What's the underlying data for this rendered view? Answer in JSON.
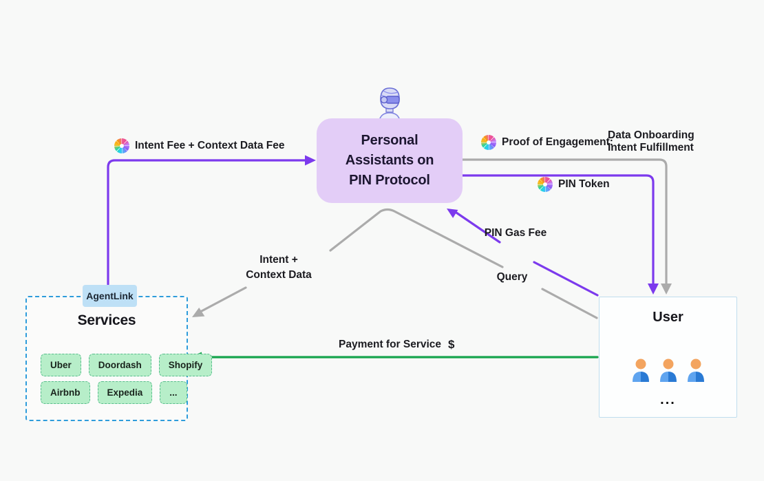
{
  "assistant": {
    "title_line1": "Personal",
    "title_line2": "Assistants on",
    "title_line3": "PIN Protocol"
  },
  "services": {
    "tab": "AgentLink",
    "title": "Services",
    "chips": [
      "Uber",
      "Doordash",
      "Shopify",
      "Airbnb",
      "Expedia",
      "..."
    ]
  },
  "user": {
    "title": "User",
    "ellipsis": "..."
  },
  "edges": {
    "intent_fee": "Intent Fee + Context Data Fee",
    "proof": "Proof of Engagement:",
    "proof_detail_1": "Data Onboarding",
    "proof_detail_2": "Intent Fulfillment",
    "pin_token": "PIN Token",
    "pin_gas_fee": "PIN Gas Fee",
    "query": "Query",
    "intent_line1": "Intent +",
    "intent_line2": "Context Data",
    "payment": "Payment for Service",
    "payment_symbol": "$"
  },
  "colors": {
    "background": "#f8f9f8",
    "purple_line": "#7c3aed",
    "gray_line": "#ababab",
    "green_line": "#17a54d",
    "assistant_box_fill": "#e3cdf7",
    "services_border": "#2d9cdb",
    "services_tab_fill": "#bee0f6",
    "chip_fill": "#b7eec9",
    "chip_border": "#58bd8c",
    "user_border": "#bfddee"
  }
}
